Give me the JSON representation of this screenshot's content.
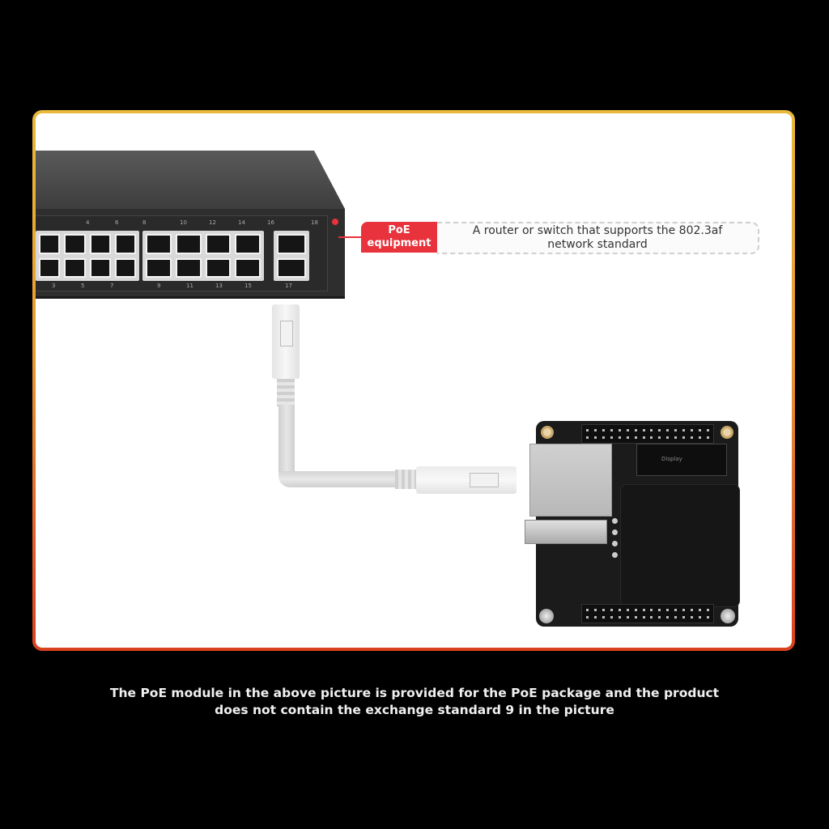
{
  "panel": {
    "border_gradient": [
      "#e8b93a",
      "#d9421f"
    ],
    "background": "#ffffff"
  },
  "switch": {
    "top_port_numbers": [
      "4",
      "6",
      "8",
      "10",
      "12",
      "14",
      "16",
      "18"
    ],
    "bottom_port_numbers": [
      "3",
      "5",
      "7",
      "9",
      "11",
      "13",
      "15",
      "17"
    ],
    "status_dot_color": "#e8323c"
  },
  "label": {
    "tag_line1": "PoE",
    "tag_line2": "equipment",
    "desc_line1": "A router or switch that supports the 802.3af",
    "desc_line2": "network standard",
    "tag_color": "#e8323c"
  },
  "board": {
    "silkscreen": "Display"
  },
  "caption": {
    "line1": "The PoE module in the above picture is provided for the PoE package and the product",
    "line2": "does not contain the exchange standard 9 in the picture"
  }
}
